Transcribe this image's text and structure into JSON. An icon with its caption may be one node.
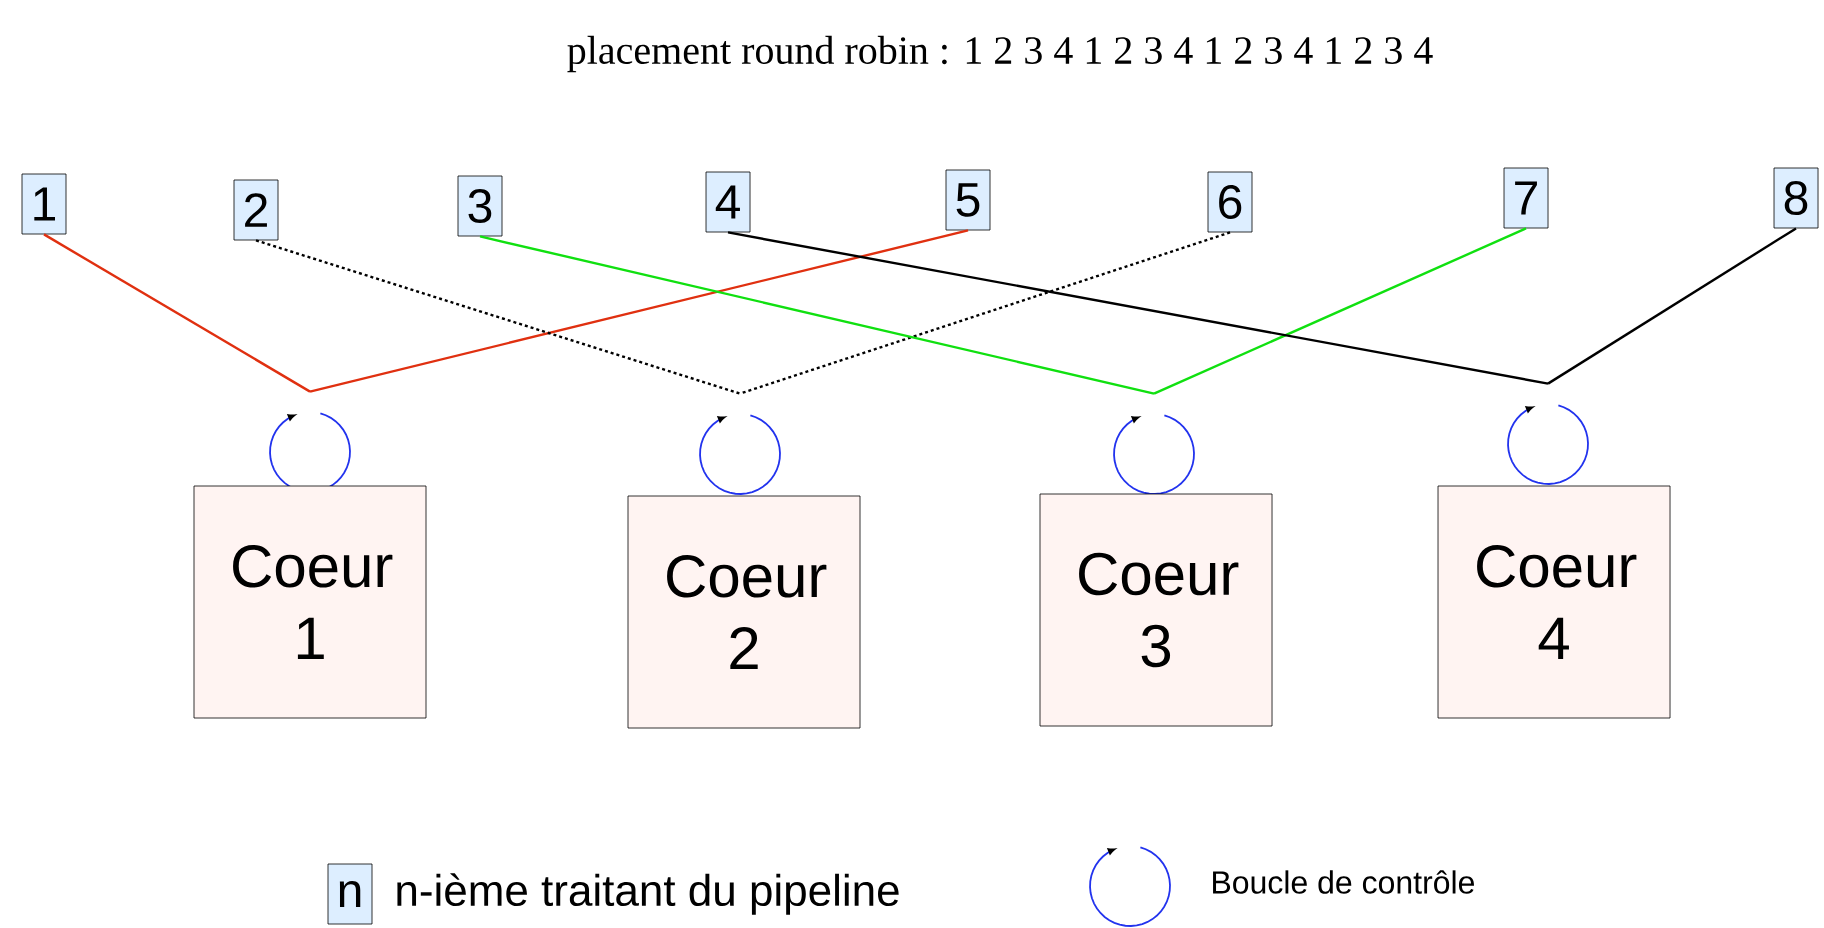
{
  "diagram": {
    "title": "placement round robin : 1 2 3 4 1 2 3 4 1 2 3 4 1 2 3 4",
    "nodes": [
      {
        "text": [
          "1"
        ]
      },
      {
        "text": [
          "2"
        ]
      },
      {
        "text": [
          "3"
        ]
      },
      {
        "text": [
          "4"
        ]
      },
      {
        "text": [
          "5"
        ]
      },
      {
        "text": [
          "6"
        ]
      },
      {
        "text": [
          "7"
        ]
      },
      {
        "text": [
          "8"
        ]
      },
      {
        "text": [],
        "shape": "circle"
      },
      {
        "text": [],
        "shape": "circle"
      },
      {
        "text": [],
        "shape": "circle"
      },
      {
        "text": [],
        "shape": "circle"
      },
      {
        "text": [
          "Coeur 1"
        ]
      },
      {
        "text": [
          "Coeur 2"
        ]
      },
      {
        "text": [
          "Coeur 3"
        ]
      },
      {
        "text": [
          "Coeur 4"
        ]
      }
    ],
    "edges": [
      {
        "from": 0,
        "to": 8,
        "arrow": "none",
        "color": "#e03010"
      },
      {
        "from": 4,
        "to": 8,
        "arrow": "none",
        "color": "#e03010"
      },
      {
        "from": 1,
        "to": 9,
        "arrow": "none",
        "style": "dashed"
      },
      {
        "from": 5,
        "to": 9,
        "arrow": "none",
        "style": "dashed"
      },
      {
        "from": 2,
        "to": 10,
        "arrow": "none",
        "color": "#10e010"
      },
      {
        "from": 6,
        "to": 10,
        "arrow": "none",
        "color": "#10e010"
      },
      {
        "from": 3,
        "to": 11,
        "arrow": "none"
      },
      {
        "from": 7,
        "to": 11,
        "arrow": "none"
      }
    ],
    "labels": [
      "n"
    ],
    "legend": [
      {
        "text": "n-ième traitant du pipeline"
      },
      {
        "text": "Boucle de contrôle"
      }
    ]
  }
}
